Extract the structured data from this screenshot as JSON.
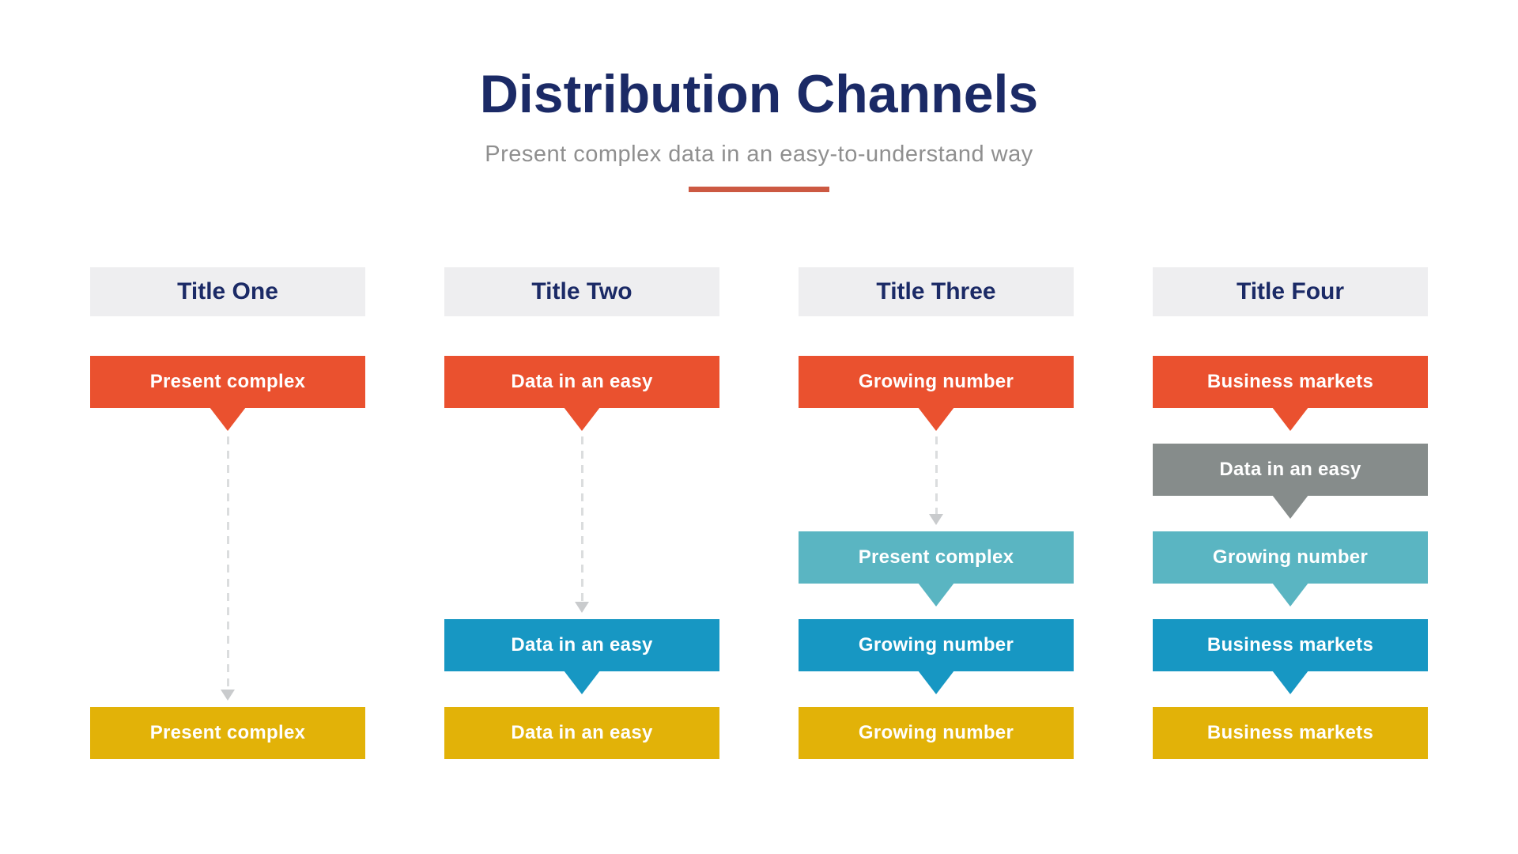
{
  "header": {
    "title": "Distribution Channels",
    "subtitle": "Present complex data in an easy-to-understand way"
  },
  "colors": {
    "navy": "#1B2A66",
    "subtle": "#8F8F8F",
    "divider": "#CC5942",
    "header_bg": "#EEEEF0",
    "orange": "#EA512F",
    "gray": "#868C8B",
    "teal": "#5AB5C2",
    "blue": "#1797C3",
    "yellow": "#E2B208",
    "dash": "#DBDDDE",
    "arrow": "#C9CBCD",
    "box_text": "#FFFFFF"
  },
  "columns": [
    {
      "title": "Title One",
      "boxes": [
        {
          "label": "Present complex",
          "color": "orange",
          "row": 0,
          "pointer": true
        },
        {
          "label": "Present complex",
          "color": "yellow",
          "row": 4,
          "pointer": false
        }
      ],
      "arrow": {
        "from_row": 0,
        "to_row": 4
      }
    },
    {
      "title": "Title Two",
      "boxes": [
        {
          "label": "Data in an easy",
          "color": "orange",
          "row": 0,
          "pointer": true
        },
        {
          "label": "Data in an easy",
          "color": "blue",
          "row": 3,
          "pointer": true
        },
        {
          "label": "Data in an easy",
          "color": "yellow",
          "row": 4,
          "pointer": false
        }
      ],
      "arrow": {
        "from_row": 0,
        "to_row": 3
      }
    },
    {
      "title": "Title Three",
      "boxes": [
        {
          "label": "Growing number",
          "color": "orange",
          "row": 0,
          "pointer": true
        },
        {
          "label": "Present complex",
          "color": "teal",
          "row": 2,
          "pointer": true
        },
        {
          "label": "Growing number",
          "color": "blue",
          "row": 3,
          "pointer": true
        },
        {
          "label": "Growing number",
          "color": "yellow",
          "row": 4,
          "pointer": false
        }
      ],
      "arrow": {
        "from_row": 0,
        "to_row": 2
      }
    },
    {
      "title": "Title Four",
      "boxes": [
        {
          "label": "Business markets",
          "color": "orange",
          "row": 0,
          "pointer": true
        },
        {
          "label": "Data in an easy",
          "color": "gray",
          "row": 1,
          "pointer": true
        },
        {
          "label": "Growing number",
          "color": "teal",
          "row": 2,
          "pointer": true
        },
        {
          "label": "Business markets",
          "color": "blue",
          "row": 3,
          "pointer": true
        },
        {
          "label": "Business markets",
          "color": "yellow",
          "row": 4,
          "pointer": false
        }
      ],
      "arrow": null
    }
  ]
}
